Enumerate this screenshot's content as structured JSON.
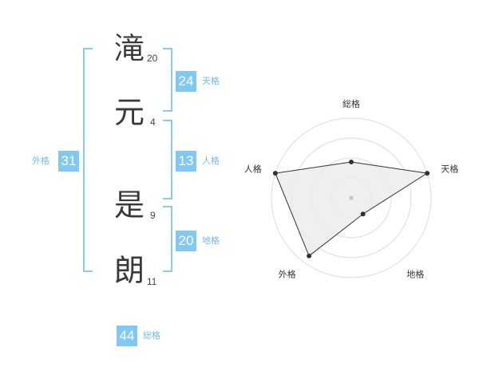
{
  "name": {
    "characters": [
      {
        "char": "滝",
        "strokes": "20"
      },
      {
        "char": "元",
        "strokes": "4"
      },
      {
        "char": "是",
        "strokes": "9"
      },
      {
        "char": "朗",
        "strokes": "11"
      }
    ]
  },
  "fortunes": {
    "tenkaku": {
      "label": "天格",
      "value": "24"
    },
    "jinkaku": {
      "label": "人格",
      "value": "13"
    },
    "chikaku": {
      "label": "地格",
      "value": "20"
    },
    "gaikaku": {
      "label": "外格",
      "value": "31"
    },
    "soukaku": {
      "label": "総格",
      "value": "44"
    }
  },
  "colors": {
    "bracket": "#8cc8f0",
    "badge": "#82c8f5",
    "badge_label": "#72bde9",
    "radar_fill": "#ececec"
  },
  "chart_data": {
    "type": "radar",
    "axes": [
      "総格",
      "天格",
      "地格",
      "外格",
      "人格"
    ],
    "values": [
      0.45,
      1.0,
      0.25,
      0.9,
      1.0
    ],
    "rings": 4
  }
}
